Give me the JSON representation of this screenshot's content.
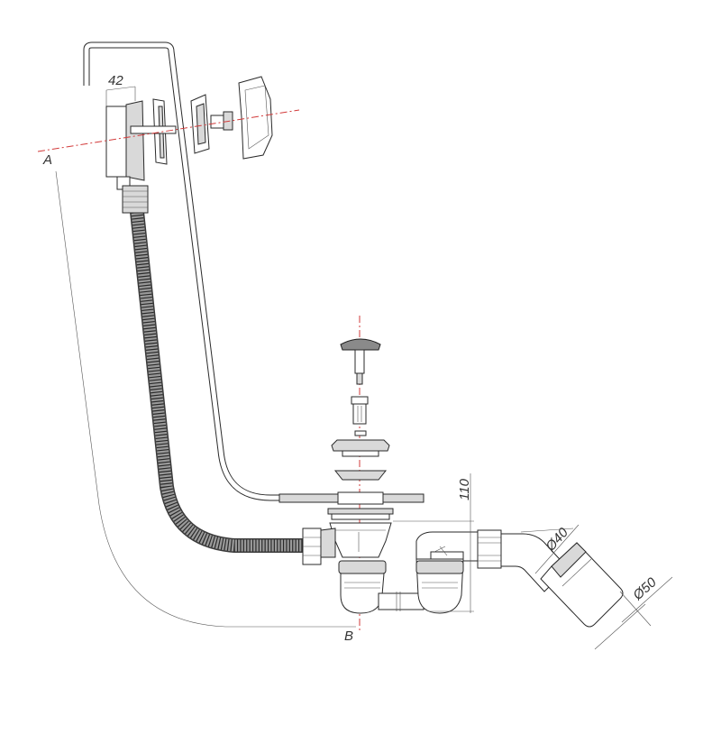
{
  "dimensions": {
    "overflow_width": "42",
    "height": "110",
    "outlet_diameter_small": "Ø40",
    "outlet_diameter_large": "Ø50"
  },
  "points": {
    "a": "A",
    "b": "B"
  },
  "colors": {
    "axis": "#d23a3a",
    "line": "#2a2a2a",
    "grey": "#d9d9d9"
  }
}
